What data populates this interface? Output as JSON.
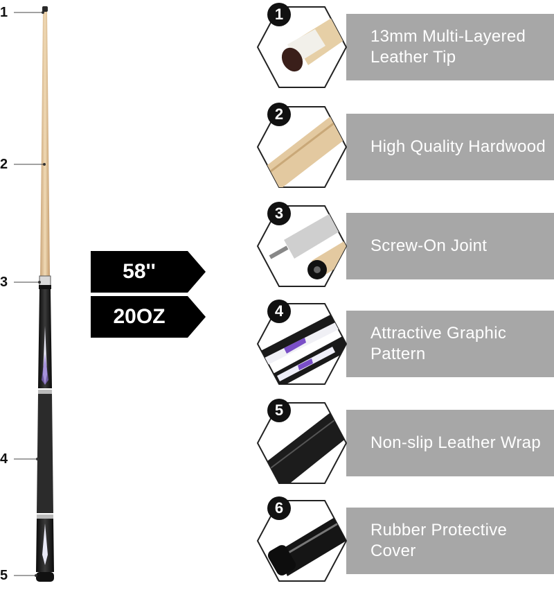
{
  "cue_markers": [
    "1",
    "2",
    "3",
    "4",
    "5"
  ],
  "badges": {
    "length": "58''",
    "weight": "20OZ"
  },
  "features": [
    {
      "number": "1",
      "label": "13mm Multi-Layered Leather Tip",
      "icon": "leather-tip-icon"
    },
    {
      "number": "2",
      "label": "High Quality Hardwood",
      "icon": "hardwood-shaft-icon"
    },
    {
      "number": "3",
      "label": "Screw-On Joint",
      "icon": "screw-joint-icon"
    },
    {
      "number": "4",
      "label": "Attractive Graphic Pattern",
      "icon": "graphic-pattern-icon"
    },
    {
      "number": "5",
      "label": "Non-slip Leather Wrap",
      "icon": "leather-wrap-icon"
    },
    {
      "number": "6",
      "label": "Rubber Protective Cover",
      "icon": "rubber-bumper-icon"
    }
  ],
  "colors": {
    "banner": "#a7a7a7",
    "badge": "#000000",
    "shaft": "#e3c9a0",
    "butt": "#1a1a1a"
  }
}
